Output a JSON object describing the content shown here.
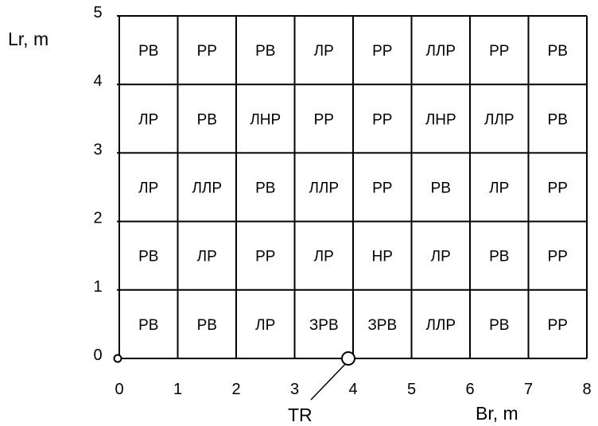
{
  "axes": {
    "y_label": "Lr, m",
    "x_label": "Br, m",
    "x_ticks": [
      "0",
      "1",
      "2",
      "3",
      "4",
      "5",
      "6",
      "7",
      "8"
    ],
    "y_ticks": [
      "0",
      "1",
      "2",
      "3",
      "4",
      "5"
    ]
  },
  "grid": {
    "columns": 8,
    "rows": 5,
    "cells": [
      [
        "PB",
        "PP",
        "PB",
        "ЛP",
        "PP",
        "ЛЛP",
        "PP",
        "PB"
      ],
      [
        "ЛP",
        "PB",
        "ЛHP",
        "PP",
        "PP",
        "ЛHP",
        "ЛЛP",
        "PB"
      ],
      [
        "ЛP",
        "ЛЛP",
        "PB",
        "ЛЛP",
        "PP",
        "PB",
        "ЛP",
        "PP"
      ],
      [
        "PB",
        "ЛP",
        "PP",
        "ЛP",
        "HP",
        "ЛP",
        "PB",
        "PP"
      ],
      [
        "PB",
        "PB",
        "ЛP",
        "ЗPB",
        "ЗPB",
        "ЛЛP",
        "PB",
        "PP"
      ]
    ]
  },
  "annotation": {
    "label": "TR",
    "x": 4,
    "y": 0
  }
}
